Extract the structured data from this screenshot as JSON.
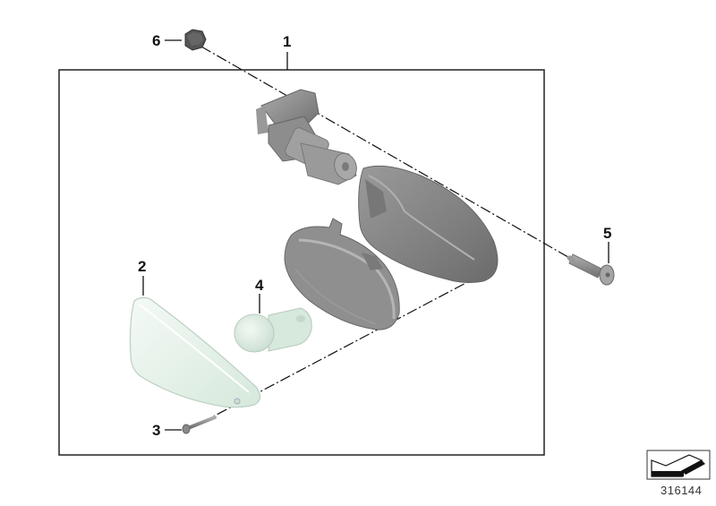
{
  "diagram": {
    "type": "exploded-parts-diagram",
    "subject": "turn signal indicator assembly",
    "reference_number": "316144",
    "colors": {
      "frame": "#222222",
      "housing": "#8a8a8a",
      "housing_dark": "#6e6e6e",
      "lens": "#e6f2ea",
      "bulb": "#dcebe0",
      "leader": "#111111"
    },
    "parts": [
      {
        "callout": "1",
        "name": "Turn signal assembly (housing group)"
      },
      {
        "callout": "2",
        "name": "Lens"
      },
      {
        "callout": "3",
        "name": "Lens screw"
      },
      {
        "callout": "4",
        "name": "Bulb"
      },
      {
        "callout": "5",
        "name": "Mounting screw"
      },
      {
        "callout": "6",
        "name": "Nut"
      }
    ]
  }
}
